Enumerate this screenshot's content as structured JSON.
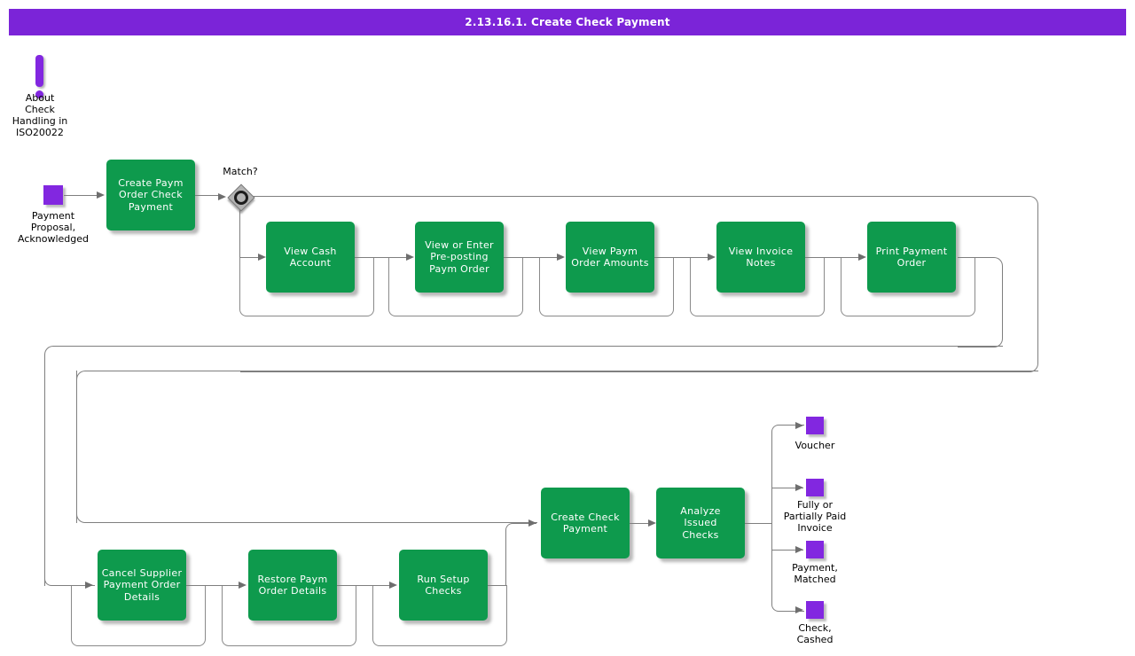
{
  "title_bar": {
    "title": "2.13.16.1. Create Check Payment"
  },
  "colors": {
    "header_bg": "#7b24d8",
    "event_purple": "#8227e0",
    "activity_green": "#0e9a4d",
    "line_gray": "#7f7f7f",
    "activity_text": "#ffffff",
    "label_text": "#000000"
  },
  "annotation": {
    "icon": "exclamation-icon",
    "lines": [
      "About",
      "Check",
      "Handling in",
      "ISO20022"
    ]
  },
  "start_event": {
    "label_lines": [
      "Payment",
      "Proposal,",
      "Acknowledged"
    ]
  },
  "gateway": {
    "label": "Match?"
  },
  "activities": [
    {
      "id": "create-paym-order-check-payment",
      "lines": [
        "Create Paym",
        "Order Check",
        "Payment"
      ]
    },
    {
      "id": "view-cash-account",
      "lines": [
        "View Cash",
        "Account"
      ]
    },
    {
      "id": "view-or-enter-pre-posting-paym-order",
      "lines": [
        "View or Enter",
        "Pre-posting",
        "Paym Order"
      ]
    },
    {
      "id": "view-paym-order-amounts",
      "lines": [
        "View Paym",
        "Order Amounts"
      ]
    },
    {
      "id": "view-invoice-notes",
      "lines": [
        "View Invoice",
        "Notes"
      ]
    },
    {
      "id": "print-payment-order",
      "lines": [
        "Print Payment",
        "Order"
      ]
    },
    {
      "id": "cancel-supplier-payment-order-details",
      "lines": [
        "Cancel Supplier",
        "Payment Order",
        "Details"
      ]
    },
    {
      "id": "restore-paym-order-details",
      "lines": [
        "Restore Paym",
        "Order Details"
      ]
    },
    {
      "id": "run-setup-checks",
      "lines": [
        "Run Setup",
        "Checks"
      ]
    },
    {
      "id": "create-check-payment",
      "lines": [
        "Create Check",
        "Payment"
      ]
    },
    {
      "id": "analyze-issued-checks",
      "lines": [
        "Analyze",
        "Issued",
        "Checks"
      ]
    }
  ],
  "end_events": [
    {
      "id": "voucher",
      "lines": [
        "Voucher"
      ]
    },
    {
      "id": "fully-or-partially-paid-invoice",
      "lines": [
        "Fully or",
        "Partially Paid",
        "Invoice"
      ]
    },
    {
      "id": "payment-matched",
      "lines": [
        "Payment,",
        "Matched"
      ]
    },
    {
      "id": "check-cashed",
      "lines": [
        "Check,",
        "Cashed"
      ]
    }
  ]
}
